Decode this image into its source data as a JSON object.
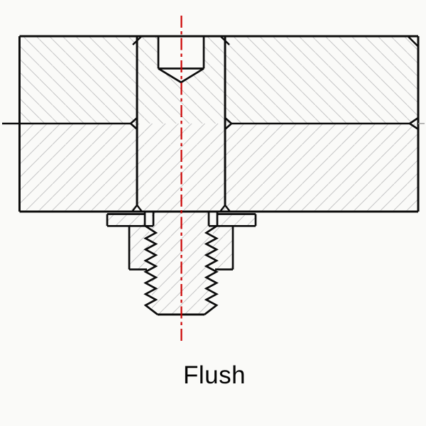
{
  "caption": {
    "label": "Flush"
  },
  "colors": {
    "background": "#fafaf8",
    "line": "#0d0d0d",
    "hatch": "#c6c6c6",
    "centerline_red": "#cc0000",
    "text": "#050505"
  },
  "parts": [
    "upper-plate",
    "lower-plate",
    "flush-socket-screw",
    "hex-socket-recess",
    "plate-seam",
    "washer",
    "nut",
    "threaded-shank",
    "center-line"
  ]
}
